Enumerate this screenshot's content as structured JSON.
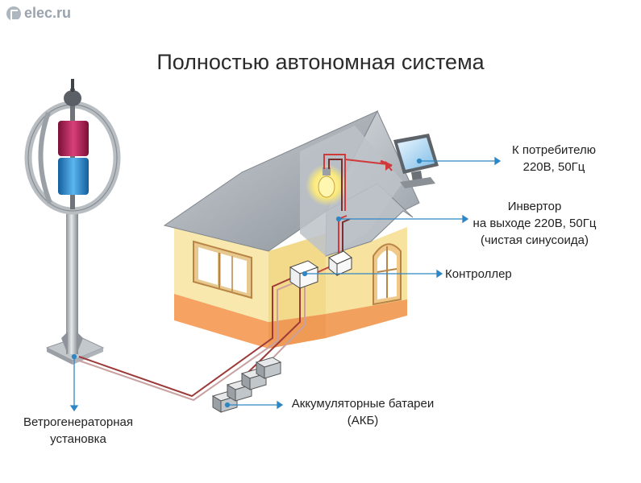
{
  "watermark": {
    "text": "elec.ru"
  },
  "title": "Полностью автономная система",
  "labels": {
    "consumer": {
      "line1": "К потребителю",
      "line2": "220В, 50Гц"
    },
    "inverter": {
      "line1": "Инвертор",
      "line2": "на выходе 220В, 50Гц",
      "line3": "(чистая синусоида)"
    },
    "controller": "Контроллер",
    "batteries": {
      "line1": "Аккумуляторные батареи",
      "line2": "(АКБ)"
    },
    "wind_generator": {
      "line1": "Ветрогенераторная",
      "line2": "установка"
    }
  },
  "colors": {
    "pointer": "#2f86c4",
    "wire_red": "#d13a3a",
    "wall": "#f7e6a6",
    "wall_shadow": "#e9cf7f",
    "base": "#f5a262",
    "roof": "#a9b0b8",
    "turbine_red": "#c4245a",
    "turbine_blue": "#2f8ed6"
  }
}
